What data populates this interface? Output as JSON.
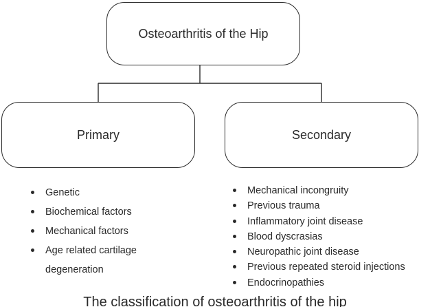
{
  "diagram": {
    "root": {
      "label": "Osteoarthritis of the Hip"
    },
    "branches": [
      {
        "label": "Primary",
        "items": [
          "Genetic",
          "Biochemical factors",
          "Mechanical factors",
          "Age related cartilage degeneration"
        ]
      },
      {
        "label": "Secondary",
        "items": [
          "Mechanical incongruity",
          "Previous trauma",
          "Inflammatory joint disease",
          "Blood dyscrasias",
          "Neuropathic joint disease",
          "Previous repeated steroid injections",
          "Endocrinopathies"
        ]
      }
    ],
    "caption": "The classification of osteoarthritis of the hip"
  },
  "colors": {
    "line": "#2b2b2b",
    "text": "#2a2a2a",
    "background": "#ffffff"
  }
}
